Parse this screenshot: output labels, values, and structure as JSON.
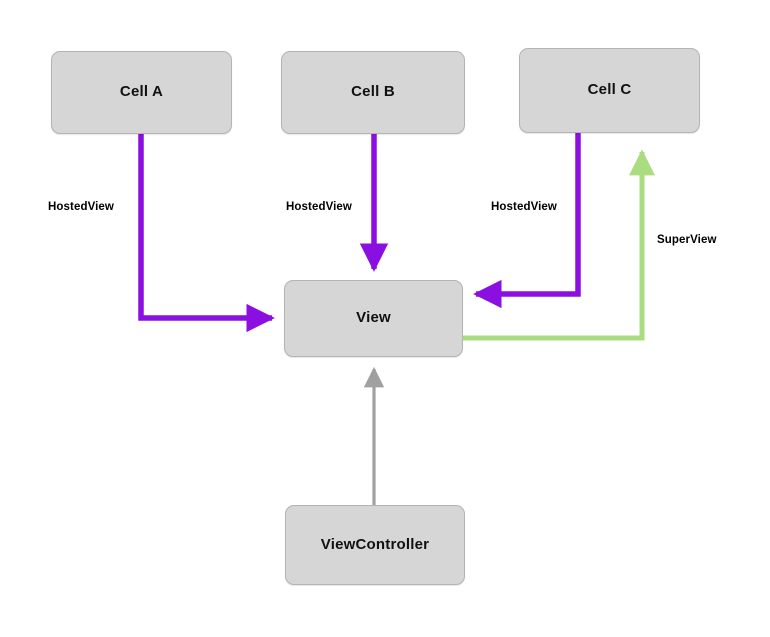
{
  "diagram": {
    "type": "flow-diagram",
    "title": "",
    "colors": {
      "node_fill": "#d6d6d6",
      "node_border": "#b4b4b4",
      "hosted_view_edge": "#8a0fe0",
      "super_view_edge": "#aadd80",
      "view_controller_edge": "#a0a0a0",
      "background": "#ffffff",
      "text": "#111111"
    },
    "nodes": [
      {
        "id": "cell-a",
        "label": "Cell A"
      },
      {
        "id": "cell-b",
        "label": "Cell B"
      },
      {
        "id": "cell-c",
        "label": "Cell C"
      },
      {
        "id": "view",
        "label": "View"
      },
      {
        "id": "view-controller",
        "label": "ViewController"
      }
    ],
    "edges": [
      {
        "id": "edge-cell-a-view",
        "from": "cell-a",
        "to": "view",
        "label": "HostedView",
        "color": "#8a0fe0"
      },
      {
        "id": "edge-cell-b-view",
        "from": "cell-b",
        "to": "view",
        "label": "HostedView",
        "color": "#8a0fe0"
      },
      {
        "id": "edge-cell-c-view",
        "from": "cell-c",
        "to": "view",
        "label": "HostedView",
        "color": "#8a0fe0"
      },
      {
        "id": "edge-view-cell-c",
        "from": "view",
        "to": "cell-c",
        "label": "SuperView",
        "color": "#aadd80"
      },
      {
        "id": "edge-view-controller-view",
        "from": "view-controller",
        "to": "view",
        "label": "",
        "color": "#a0a0a0"
      }
    ]
  }
}
